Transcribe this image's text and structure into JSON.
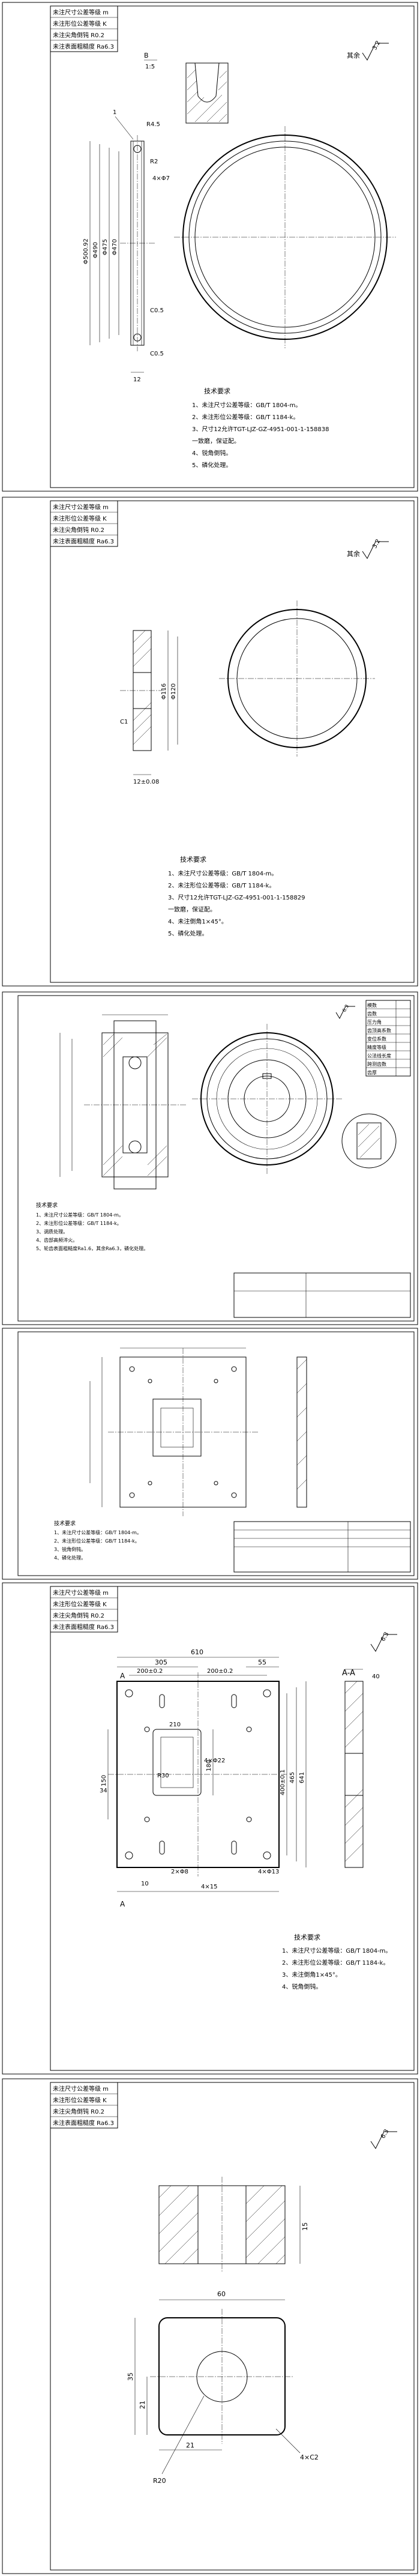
{
  "header_rows": [
    "未注尺寸公差等级 m",
    "未注形位公差等级 K",
    "未注尖角倒钝 R0.2",
    "未注表面粗糙度 Ra6.3"
  ],
  "sheets": [
    {
      "title": "",
      "section_label": "B",
      "scale_label": "1\n1:5",
      "roughness_label": "其余",
      "roughness_value": "3.2",
      "dims": [
        "R4.5",
        "R2",
        "4×Φ7",
        "Φ500.92",
        "Φ490",
        "Φ475",
        "Φ470",
        "C0.5",
        "C0.5",
        "12"
      ],
      "notes_title": "技术要求",
      "notes": [
        "1、未注尺寸公差等级：GB/T 1804-m。",
        "2、未注形位公差等级：GB/T 1184-k。",
        "3、尺寸12允许TGT-LJZ-GZ-4951-001-1-158838",
        "   一致磨，保证配。",
        "4、锐角倒钝。",
        "5、磷化处理。"
      ]
    },
    {
      "title": "",
      "roughness_label": "其余",
      "roughness_value": "3.2",
      "dims": [
        "Φ116",
        "Φ120",
        "C1",
        "12±0.08"
      ],
      "notes_title": "技术要求",
      "notes": [
        "1、未注尺寸公差等级：GB/T 1804-m。",
        "2、未注形位公差等级：GB/T 1184-k。",
        "3、尺寸12允许TGT-LJZ-GZ-4951-001-1-158829",
        "   一致磨，保证配。",
        "4、未注倒角1×45°。",
        "5、磷化处理。"
      ]
    },
    {
      "title": "",
      "roughness_value": "6.3",
      "table": [
        "模数",
        "齿数",
        "压力角",
        "齿顶高系数",
        "变位系数",
        "精度等级",
        "公法线长度",
        "跨测齿数",
        "齿厚"
      ],
      "notes": [
        "技术要求",
        "1、未注尺寸公差等级：GB/T 1804-m。",
        "2、未注形位公差等级：GB/T 1184-k。",
        "3、调质处理。",
        "4、齿部高频淬火。",
        "5、轮齿表面粗糙度Ra1.6，其余Ra6.3，磷化处理。"
      ]
    },
    {
      "title": "",
      "notes": [
        "技术要求",
        "1、未注尺寸公差等级：GB/T 1804-m。",
        "2、未注形位公差等级：GB/T 1184-k。",
        "3、锐角倒钝。",
        "4、磷化处理。"
      ]
    },
    {
      "title": "",
      "section_label": "A-A",
      "roughness_value": "6.3",
      "dims": [
        "610",
        "305",
        "55",
        "200±0.2",
        "200±0.2",
        "210",
        "4×Φ22",
        "R30",
        "34",
        "150",
        "180",
        "400±0.1",
        "465",
        "641",
        "4×Φ13",
        "4×15",
        "2×Φ8",
        "10",
        "40"
      ],
      "cut_label": "A",
      "notes_title": "技术要求",
      "notes": [
        "1、未注尺寸公差等级：GB/T 1804-m。",
        "2、未注形位公差等级：GB/T 1184-k。",
        "3、未注倒角1×45°。",
        "4、锐角倒钝。"
      ]
    },
    {
      "title": "",
      "roughness_value": "6.3",
      "dims": [
        "60",
        "35",
        "21",
        "21",
        "4×C2",
        "R20",
        "15"
      ]
    }
  ]
}
